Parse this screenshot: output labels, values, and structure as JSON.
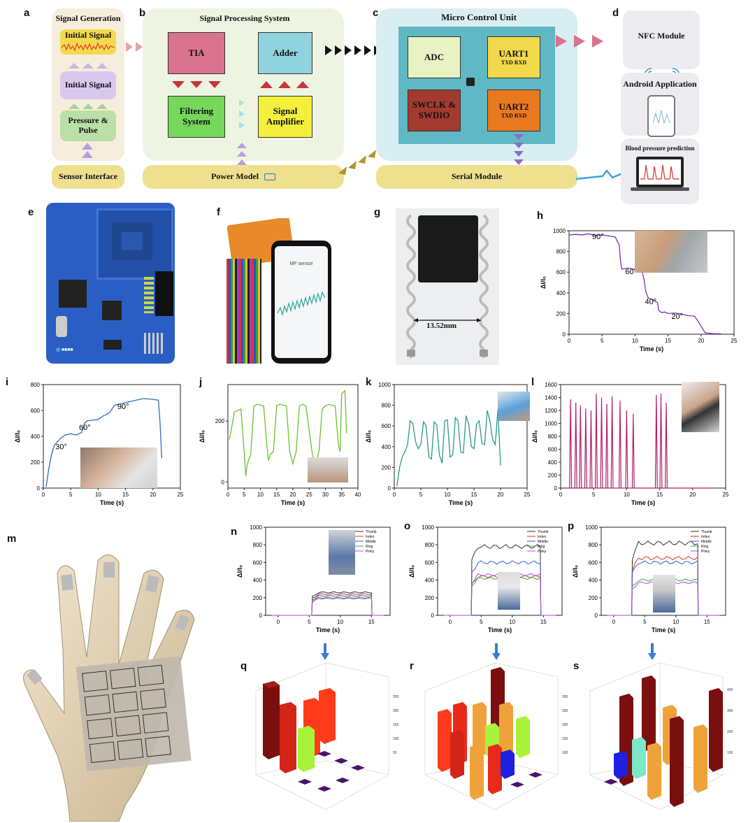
{
  "panels": {
    "a": {
      "letter": "a",
      "title": "Signal Generation",
      "initial_signal_top": "Initial Signal",
      "initial_signal": "Initial Signal",
      "pressure_pulse": "Pressure & Pulse",
      "sensor_interface": "Sensor Interface"
    },
    "b": {
      "letter": "b",
      "title": "Signal Processing System",
      "tia": "TIA",
      "adder": "Adder",
      "filtering": "Filtering System",
      "amplifier": "Signal Amplifier",
      "power": "Power Model"
    },
    "c": {
      "letter": "c",
      "title": "Micro Control Unit",
      "adc": "ADC",
      "uart1": "UART1",
      "uart1_sub": "TXD RXD",
      "swclk": "SWCLK & SWDIO",
      "uart2": "UART2",
      "uart2_sub": "TXD RXD",
      "serial": "Serial Module"
    },
    "d": {
      "letter": "d",
      "nfc": "NFC Module",
      "android": "Android Application",
      "bp": "Blood pressure prediction"
    },
    "e": {
      "letter": "e"
    },
    "f": {
      "letter": "f",
      "screen_title": "MF sensor"
    },
    "g": {
      "letter": "g",
      "width_label": "13.52mm"
    },
    "h": {
      "letter": "h"
    },
    "i": {
      "letter": "i"
    },
    "j": {
      "letter": "j"
    },
    "k": {
      "letter": "k"
    },
    "l": {
      "letter": "l"
    },
    "m": {
      "letter": "m"
    },
    "n": {
      "letter": "n"
    },
    "o": {
      "letter": "o"
    },
    "p": {
      "letter": "p"
    },
    "q": {
      "letter": "q"
    },
    "r": {
      "letter": "r"
    },
    "s": {
      "letter": "s"
    }
  },
  "colors": {
    "pink_box": "#d9738e",
    "cyan_box": "#8ed3dd",
    "green_box": "#76d85a",
    "yellow_box": "#f3ef3c",
    "adc": "#e9f2c3",
    "uart1": "#f2d84c",
    "swclk": "#a33a2e",
    "uart2": "#e8791f",
    "mcu_bg": "#d8eef2",
    "teal_inner": "#5fb8c4",
    "sp_bg": "#edf5e2",
    "sg_bg": "#f6eedd",
    "d_bg": "#ececf0",
    "bus": "#efe08f"
  },
  "chart_data": [
    {
      "id": "h",
      "type": "line",
      "xlabel": "Time (s)",
      "ylabel": "ΔI/I₀",
      "xlim": [
        0,
        25
      ],
      "ylim": [
        0,
        1000
      ],
      "xticks": [
        0,
        5,
        10,
        15,
        20,
        25
      ],
      "yticks": [
        0,
        200,
        400,
        600,
        800,
        1000
      ],
      "color": "#7b2fbe",
      "x": [
        0,
        1,
        2,
        3,
        4,
        5,
        6,
        7,
        7.6,
        7.8,
        8,
        9,
        10,
        11,
        11.4,
        11.6,
        12,
        12.5,
        13,
        13.4,
        13.6,
        14,
        14.5,
        15,
        16,
        17,
        18,
        19,
        19.6,
        20,
        20.6,
        21,
        22,
        23
      ],
      "y": [
        960,
        965,
        960,
        970,
        955,
        960,
        950,
        940,
        860,
        700,
        630,
        640,
        625,
        620,
        520,
        420,
        350,
        340,
        320,
        305,
        230,
        210,
        215,
        200,
        205,
        195,
        180,
        175,
        120,
        80,
        15,
        10,
        5,
        5
      ],
      "annotations": [
        "90°",
        "60°",
        "40°",
        "20°"
      ]
    },
    {
      "id": "i",
      "type": "line",
      "xlabel": "Time (s)",
      "ylabel": "ΔI/I₀",
      "xlim": [
        0,
        25
      ],
      "ylim": [
        0,
        800
      ],
      "xticks": [
        0,
        5,
        10,
        15,
        20,
        25
      ],
      "yticks": [
        0,
        200,
        400,
        600,
        800
      ],
      "color": "#2e6fb7",
      "x": [
        0.5,
        1,
        1.5,
        2,
        3,
        4,
        5,
        6,
        7,
        7.5,
        8,
        9,
        10,
        11,
        12,
        13,
        14,
        15,
        16,
        17,
        18,
        19,
        20,
        21,
        21.3,
        21.6
      ],
      "y": [
        10,
        150,
        260,
        330,
        380,
        410,
        420,
        410,
        430,
        500,
        520,
        525,
        530,
        560,
        580,
        640,
        650,
        660,
        670,
        680,
        690,
        690,
        685,
        680,
        500,
        230
      ],
      "annotations": [
        "30°",
        "60°",
        "90°"
      ]
    },
    {
      "id": "j",
      "type": "line",
      "xlabel": "Time (s)",
      "ylabel": "ΔI/I₀",
      "xlim": [
        0,
        40
      ],
      "ylim": [
        -20,
        320
      ],
      "xticks": [
        0,
        5,
        10,
        15,
        20,
        25,
        30,
        35,
        40
      ],
      "yticks": [
        0,
        200
      ],
      "color": "#6cbf2e",
      "x": [
        0.5,
        2,
        4,
        5,
        5.5,
        6,
        7,
        8,
        9,
        11,
        12,
        12.5,
        13,
        14,
        15,
        16,
        18,
        19,
        20,
        20.5,
        21,
        22,
        23,
        24,
        26,
        27,
        27.5,
        28,
        29,
        30,
        31,
        33,
        34,
        34.5,
        35,
        36,
        36.5
      ],
      "y": [
        140,
        230,
        240,
        100,
        20,
        60,
        90,
        250,
        255,
        250,
        120,
        70,
        90,
        100,
        250,
        255,
        250,
        100,
        60,
        80,
        100,
        250,
        255,
        250,
        90,
        60,
        80,
        100,
        240,
        250,
        255,
        250,
        120,
        100,
        290,
        300,
        160
      ]
    },
    {
      "id": "k",
      "type": "line",
      "xlabel": "Time (s)",
      "ylabel": "ΔI/I₀",
      "xlim": [
        0,
        25
      ],
      "ylim": [
        0,
        1000
      ],
      "xticks": [
        0,
        5,
        10,
        15,
        20,
        25
      ],
      "yticks": [
        0,
        200,
        400,
        600,
        800,
        1000
      ],
      "color": "#2a9a86",
      "x": [
        0.5,
        1,
        1.5,
        2,
        2.5,
        3,
        3.5,
        4,
        4.5,
        5,
        5.5,
        6,
        6.5,
        7,
        7.5,
        8,
        8.5,
        9,
        9.5,
        10,
        10.5,
        11,
        11.5,
        12,
        12.5,
        13,
        13.5,
        14,
        14.5,
        15,
        15.5,
        16,
        16.5,
        17,
        17.5,
        18,
        18.5,
        19,
        19.5,
        20
      ],
      "y": [
        20,
        200,
        300,
        350,
        420,
        650,
        620,
        450,
        380,
        420,
        640,
        600,
        300,
        280,
        640,
        610,
        320,
        240,
        650,
        660,
        300,
        320,
        680,
        650,
        350,
        340,
        700,
        620,
        400,
        380,
        620,
        650,
        430,
        420,
        750,
        650,
        470,
        420,
        760,
        220
      ]
    },
    {
      "id": "l",
      "type": "spikes",
      "xlabel": "Time (s)",
      "ylabel": "ΔI/I₀",
      "xlim": [
        0,
        25
      ],
      "ylim": [
        0,
        1600
      ],
      "xticks": [
        0,
        5,
        10,
        15,
        20,
        25
      ],
      "yticks": [
        0,
        200,
        400,
        600,
        800,
        1000,
        1200,
        1400,
        1600
      ],
      "color": "#b0206a",
      "peaks_x": [
        1.5,
        2.3,
        3,
        3.8,
        4.6,
        5.4,
        6.2,
        7,
        7.8,
        9,
        10,
        11,
        14.5,
        15.2,
        16
      ],
      "peaks_y": [
        1370,
        1320,
        1280,
        1230,
        1200,
        1460,
        1400,
        1300,
        1420,
        1350,
        1200,
        1150,
        1440,
        1460,
        1320
      ]
    },
    {
      "id": "n",
      "type": "line",
      "xlabel": "Time (s)",
      "ylabel": "ΔI/I₀",
      "xlim": [
        -2,
        18
      ],
      "ylim": [
        0,
        1000
      ],
      "xticks": [
        0,
        5,
        10,
        15
      ],
      "yticks": [
        0,
        200,
        400,
        600,
        800,
        1000
      ],
      "legend": [
        "Thumb",
        "Index",
        "Middle",
        "Ring",
        "Pinky"
      ],
      "colors": [
        "#333333",
        "#e0302b",
        "#2f5fd0",
        "#33a852",
        "#b04be0"
      ],
      "onset": 5.5,
      "offset": 15,
      "levels": [
        260,
        240,
        220,
        200,
        190
      ]
    },
    {
      "id": "o",
      "type": "line",
      "xlabel": "Time (s)",
      "ylabel": "ΔI/I₀",
      "xlim": [
        -2,
        18
      ],
      "ylim": [
        0,
        1000
      ],
      "xticks": [
        0,
        5,
        10,
        15
      ],
      "yticks": [
        0,
        200,
        400,
        600,
        800,
        1000
      ],
      "legend": [
        "Thumb",
        "Index",
        "Middle",
        "Ring",
        "Pinky"
      ],
      "colors": [
        "#333333",
        "#e0302b",
        "#2f5fd0",
        "#33a852",
        "#b04be0"
      ],
      "onset": 3.5,
      "offset": 14.5,
      "levels": [
        780,
        440,
        600,
        420,
        460
      ]
    },
    {
      "id": "p",
      "type": "line",
      "xlabel": "Time (s)",
      "ylabel": "ΔI/I₀",
      "xlim": [
        -2,
        18
      ],
      "ylim": [
        0,
        1000
      ],
      "xticks": [
        0,
        5,
        10,
        15
      ],
      "yticks": [
        0,
        200,
        400,
        600,
        800,
        1000
      ],
      "legend": [
        "Thumb",
        "Index",
        "Middle",
        "Ring",
        "Pinky"
      ],
      "colors": [
        "#333333",
        "#e0302b",
        "#2f5fd0",
        "#33a852",
        "#b04be0"
      ],
      "onset": 3,
      "offset": 13.5,
      "levels": [
        820,
        650,
        600,
        400,
        370
      ]
    }
  ]
}
